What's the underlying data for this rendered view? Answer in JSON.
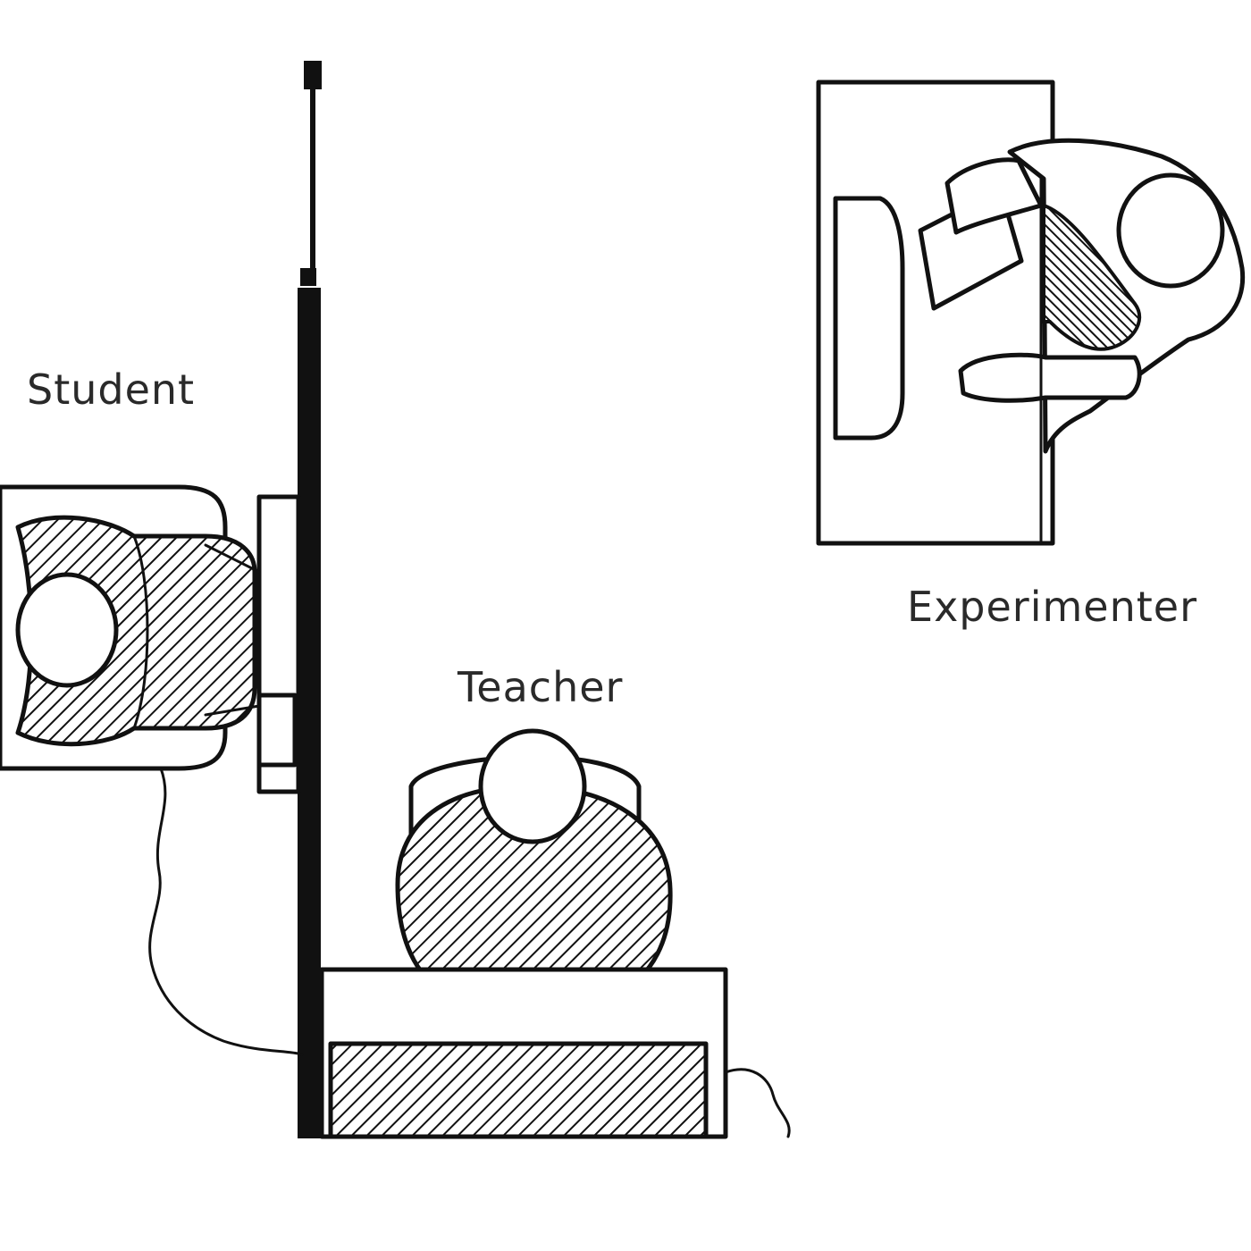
{
  "labels": {
    "student": "Student",
    "teacher": "Teacher",
    "experimenter": "Experimenter"
  },
  "colors": {
    "ink": "#111111",
    "label_ink": "#2a2a2a",
    "background": "#ffffff"
  }
}
